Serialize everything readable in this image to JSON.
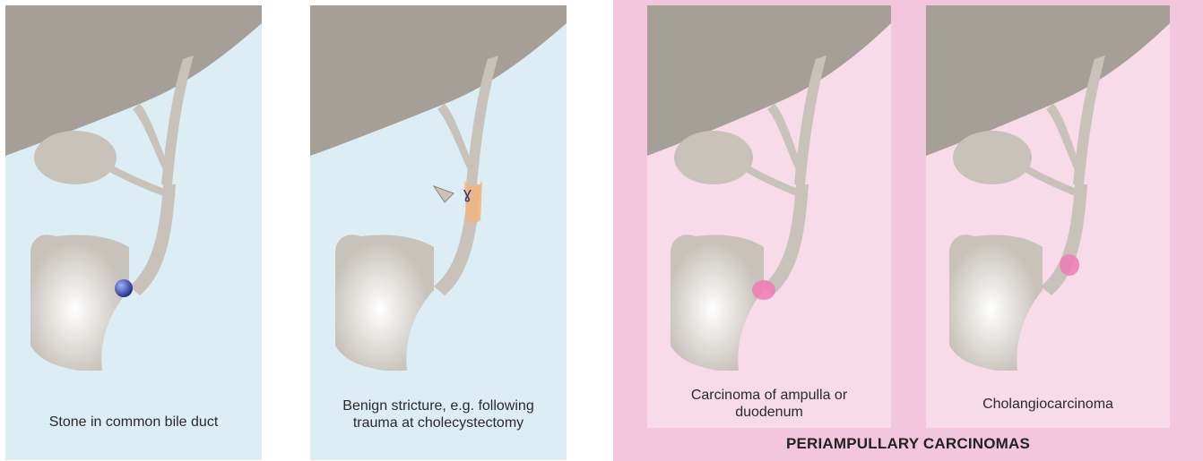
{
  "figure": {
    "colors": {
      "blue_background": "#dceef3",
      "pink_background": "#f2c6dc",
      "panel_pink": "#f7dbe9",
      "organ_gray": "#a59f98",
      "stone_blue": "#3b4aa0",
      "stricture_orange": "#f2b37a",
      "tumor_pink": "#f07bb3"
    },
    "panels": [
      {
        "id": "stone",
        "caption": "Stone in common bile duct"
      },
      {
        "id": "stricture",
        "caption": "Benign stricture, e.g. following trauma at cholecystectomy"
      },
      {
        "id": "ampulla",
        "caption": "Carcinoma of ampulla or duodenum"
      },
      {
        "id": "cholangio",
        "caption": "Cholangiocarcinoma"
      }
    ],
    "group_label": "PERIAMPULLARY CARCINOMAS"
  }
}
